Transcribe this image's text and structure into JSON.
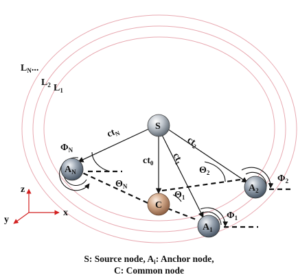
{
  "nodes": {
    "source": {
      "label": "S",
      "color": "#9aa3ad"
    },
    "anchor_n": {
      "label": "A",
      "sub": "N",
      "color": "#7e8a98"
    },
    "anchor_1": {
      "label": "A",
      "sub": "1",
      "color": "#7e8a98"
    },
    "anchor_2": {
      "label": "A",
      "sub": "2",
      "color": "#7e8a98"
    },
    "common": {
      "label": "C",
      "color": "#c49a7c"
    }
  },
  "ranges": {
    "ct_n": {
      "text": "ct",
      "sub": "N"
    },
    "ct_2": {
      "text": "ct",
      "sub": "2"
    },
    "ct_0": {
      "text": "ct",
      "sub": "0"
    },
    "ct_1": {
      "text": "ct",
      "sub": "1"
    }
  },
  "angles": {
    "phi_n": {
      "text": "Φ",
      "sub": "N"
    },
    "theta_n": {
      "text": "Θ",
      "sub": "N"
    },
    "theta_1": {
      "text": "Θ",
      "sub": "1"
    },
    "theta_2": {
      "text": "Θ",
      "sub": "2"
    },
    "phi_1": {
      "text": "Φ",
      "sub": "1"
    },
    "phi_2": {
      "text": "Φ",
      "sub": "2"
    }
  },
  "rings": {
    "color": "#e8a8b0",
    "l_n": {
      "text": "L",
      "sub": "N"
    },
    "l_2": {
      "text": "L",
      "sub": "2"
    },
    "l_1": {
      "text": "L",
      "sub": "1"
    },
    "dots": "..."
  },
  "axes": {
    "x": "x",
    "y": "y",
    "z": "z",
    "color": "#d22020"
  },
  "caption": {
    "line1_a": "S: Source node, A",
    "line1_sub": "i",
    "line1_b": ": Anchor node,",
    "line2": "C: Common node"
  }
}
